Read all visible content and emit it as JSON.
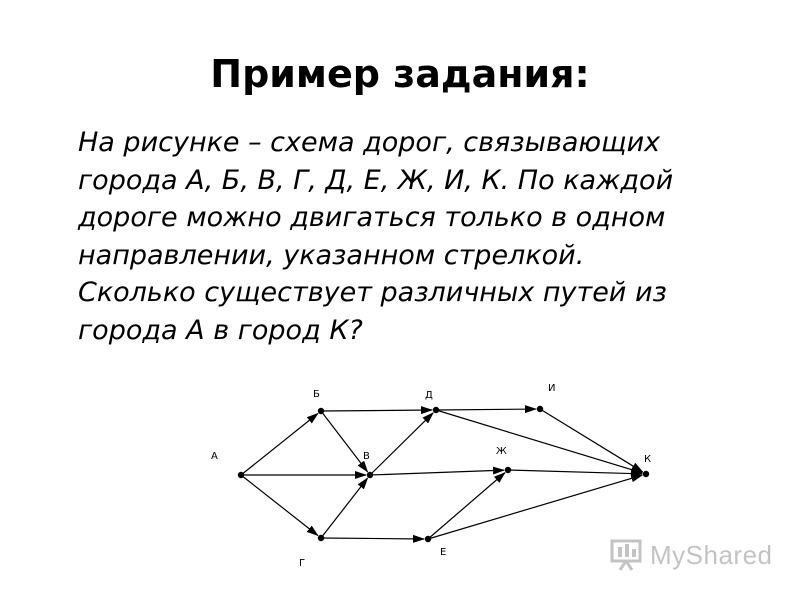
{
  "slide": {
    "title": "Пример задания:",
    "text_lines": [
      "На рисунке – схема дорог, связывающих",
      "города А, Б, В, Г, Д, Е, Ж, И, К. По каждой",
      "дороге можно двигаться только в одном",
      "направлении, указанном стрелкой.",
      "Сколько существует различных путей из",
      "города А в город К?"
    ]
  },
  "graph": {
    "nodes": [
      {
        "id": "A",
        "label": "А"
      },
      {
        "id": "B",
        "label": "Б"
      },
      {
        "id": "V",
        "label": "В"
      },
      {
        "id": "G",
        "label": "Г"
      },
      {
        "id": "D",
        "label": "Д"
      },
      {
        "id": "E",
        "label": "Е"
      },
      {
        "id": "Zh",
        "label": "Ж"
      },
      {
        "id": "I",
        "label": "И"
      },
      {
        "id": "K",
        "label": "К"
      }
    ],
    "edges": [
      {
        "from": "A",
        "to": "B"
      },
      {
        "from": "A",
        "to": "V"
      },
      {
        "from": "A",
        "to": "G"
      },
      {
        "from": "B",
        "to": "D"
      },
      {
        "from": "B",
        "to": "V"
      },
      {
        "from": "G",
        "to": "V"
      },
      {
        "from": "G",
        "to": "E"
      },
      {
        "from": "V",
        "to": "D"
      },
      {
        "from": "V",
        "to": "Zh"
      },
      {
        "from": "D",
        "to": "I"
      },
      {
        "from": "D",
        "to": "K"
      },
      {
        "from": "I",
        "to": "K"
      },
      {
        "from": "Zh",
        "to": "K"
      },
      {
        "from": "E",
        "to": "Zh"
      },
      {
        "from": "E",
        "to": "K"
      }
    ]
  },
  "watermark": {
    "text": "MyShared",
    "icon": "projector-screen-icon"
  }
}
